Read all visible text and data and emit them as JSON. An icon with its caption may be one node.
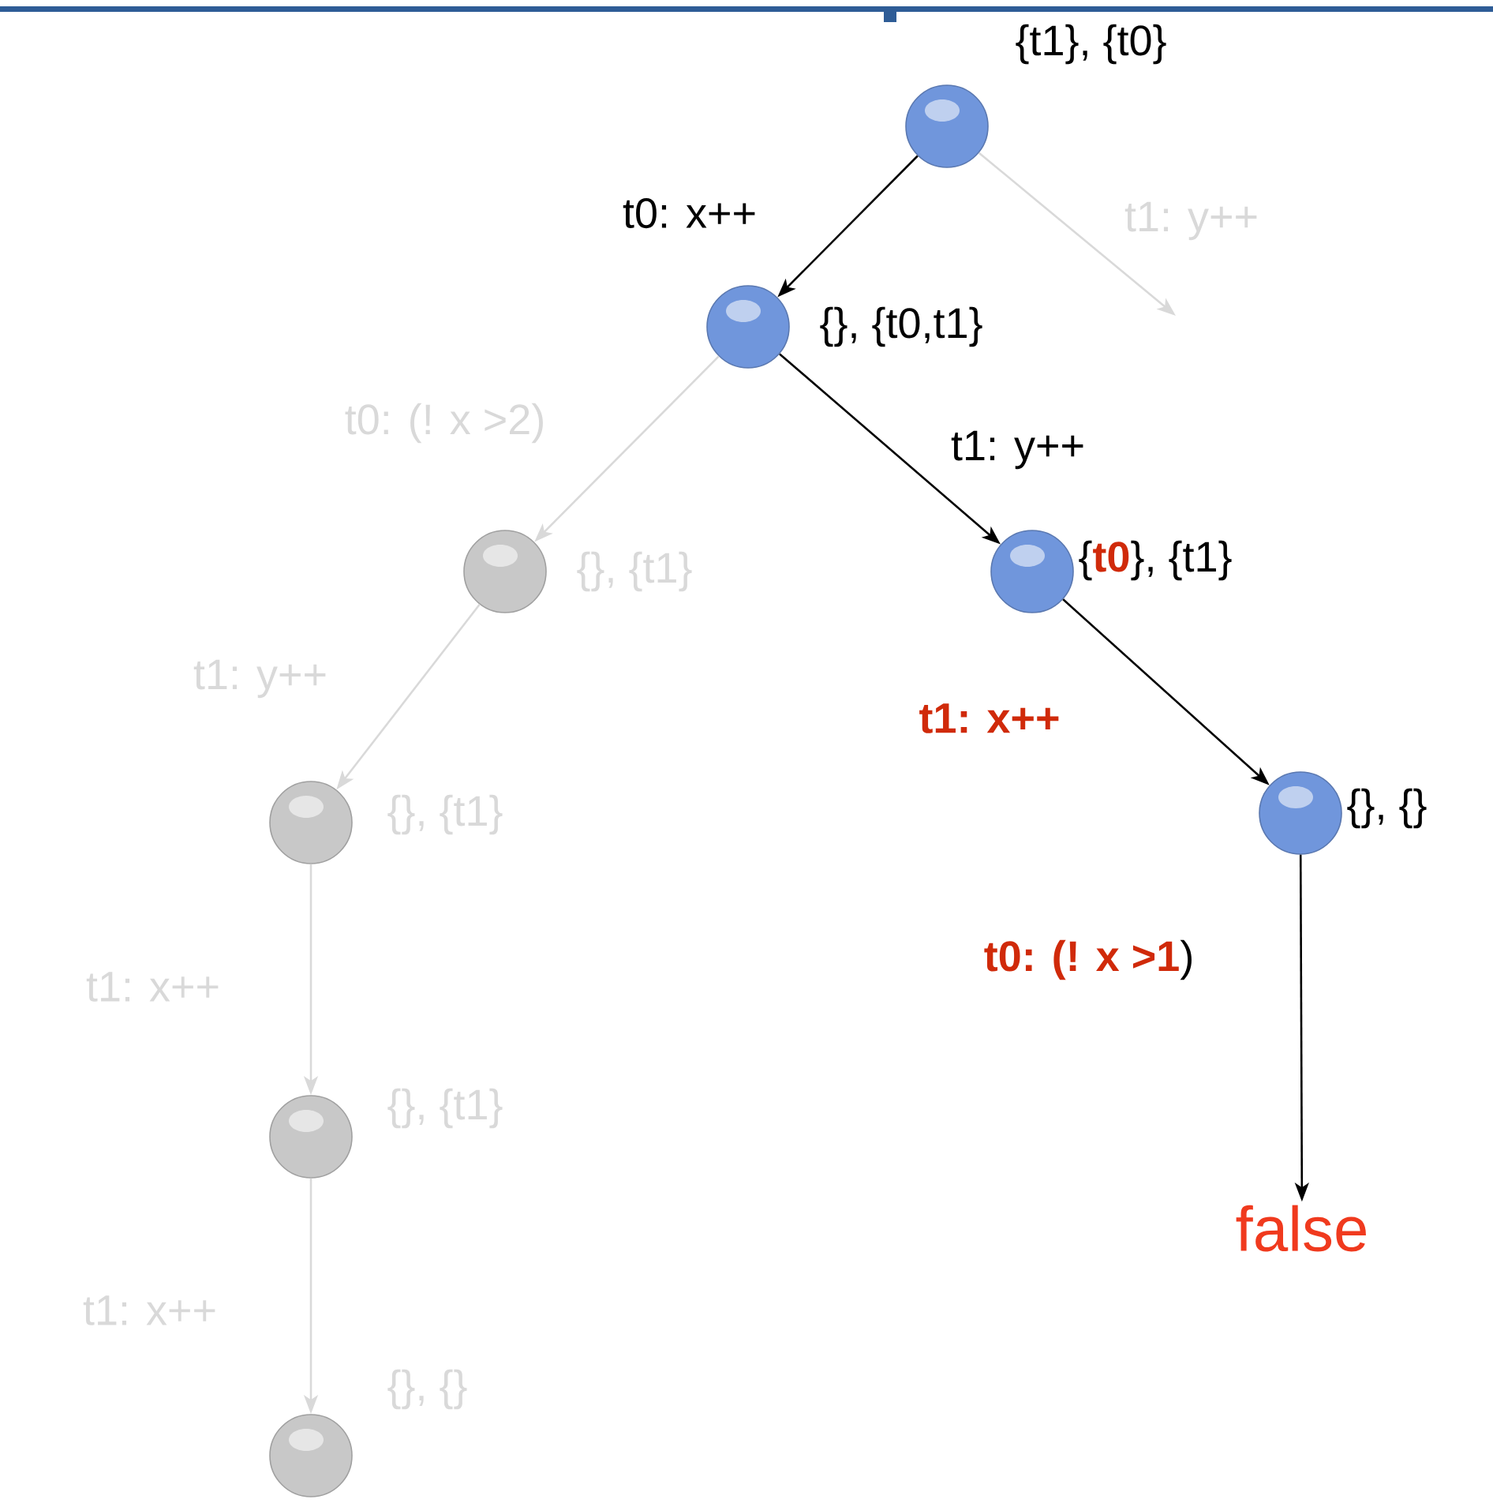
{
  "diagram": {
    "nodes": [
      {
        "text": [],
        "shape": "circle",
        "beside": [
          "{t1}, {t0}"
        ]
      },
      {
        "text": [],
        "shape": "circle",
        "beside": [
          "{}, {t0,t1}"
        ]
      },
      {
        "text": [],
        "shape": "circle",
        "beside": [
          "{}, {t1}"
        ]
      },
      {
        "text": [],
        "shape": "circle",
        "beside": [
          "{**t0**}, {t1}"
        ]
      },
      {
        "text": [],
        "shape": "circle",
        "beside": [
          "{}, {}"
        ]
      },
      {
        "text": [],
        "shape": "circle",
        "beside": [
          "{}, {t1}"
        ]
      },
      {
        "text": [],
        "shape": "circle",
        "beside": [
          "{}, {t1}"
        ]
      },
      {
        "text": [
          "false"
        ]
      },
      {
        "text": [],
        "shape": "circle",
        "beside": [
          "{}, {}"
        ]
      }
    ],
    "edges": [
      {
        "from": 0,
        "to": 1,
        "arrow": "to",
        "label": "t0: x++",
        "color": "#000000"
      },
      {
        "from": 0,
        "to": null,
        "arrow": "to",
        "label": "t1: y++"
      },
      {
        "from": 1,
        "to": 2,
        "arrow": "to",
        "label": "t0: (! x >2)"
      },
      {
        "from": 1,
        "to": 3,
        "arrow": "to",
        "label": "t1: y++",
        "color": "#000000"
      },
      {
        "from": 3,
        "to": 4,
        "arrow": "to",
        "label": "t1: x++",
        "color": "#000000"
      },
      {
        "from": 2,
        "to": 5,
        "arrow": "to",
        "label": "t1: y++"
      },
      {
        "from": 4,
        "to": 7,
        "arrow": "to",
        "label": "**t0: (! x >1**)",
        "color": "#000000"
      },
      {
        "from": 5,
        "to": 6,
        "arrow": "to",
        "label": "t1: x++"
      },
      {
        "from": 6,
        "to": 8,
        "arrow": "to",
        "label": "t1: x++"
      }
    ]
  }
}
